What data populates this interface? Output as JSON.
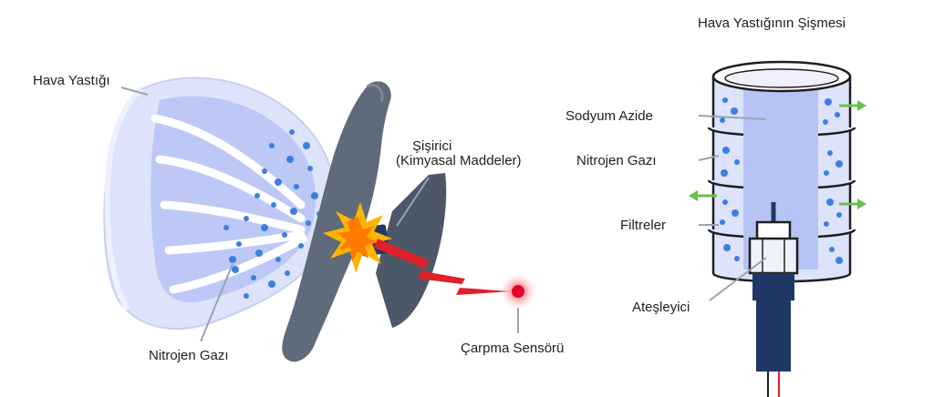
{
  "left_diagram": {
    "airbag_label": "Hava Yastığı",
    "inflator_label_line1": "Şişirici",
    "inflator_label_line2": "(Kimyasal Maddeler)",
    "nitrogen_label": "Nitrojen Gazı",
    "crash_sensor_label": "Çarpma Sensörü"
  },
  "right_diagram": {
    "title": "Hava Yastığının Şişmesi",
    "sodium_azide_label": "Sodyum Azide",
    "nitrogen_label": "Nitrojen Gazı",
    "filters_label": "Filtreler",
    "igniter_label": "Ateşleyici"
  },
  "colors": {
    "airbag_fill": "#dde3fb",
    "airbag_inner": "#b7c3f5",
    "bubble_blue": "#3b7fe0",
    "steering_grey": "#5f6b7a",
    "spark_yellow": "#ffb400",
    "lightning_red": "#e0202a",
    "sensor_red": "#e3002a",
    "igniter_navy": "#1f3764",
    "arrow_green": "#6cc04a"
  }
}
